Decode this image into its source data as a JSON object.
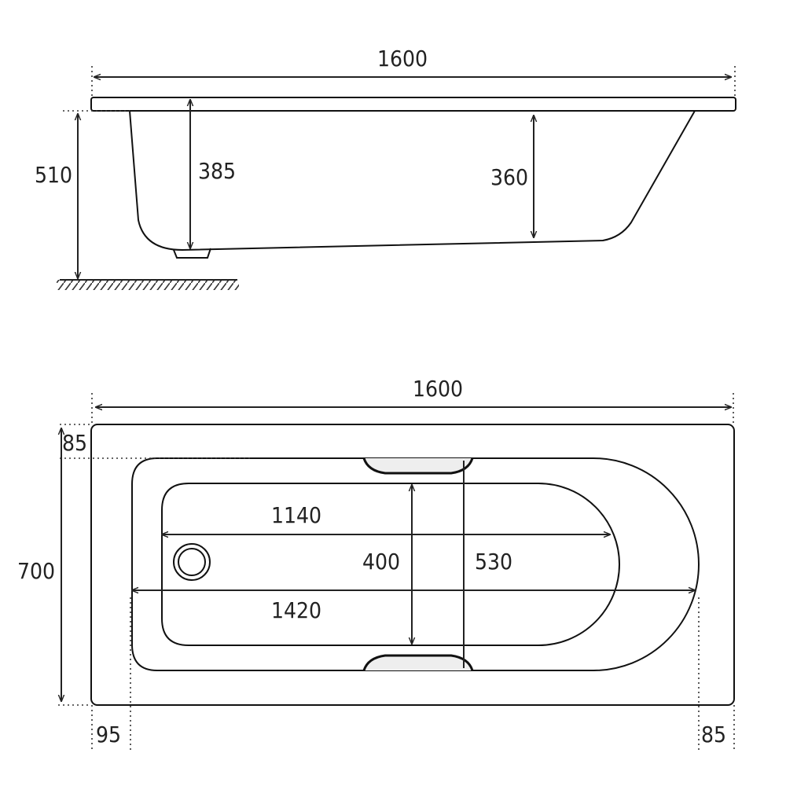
{
  "side_view": {
    "overall_length": "1600",
    "height_to_floor": "510",
    "depth_left": "385",
    "depth_right": "360"
  },
  "plan_view": {
    "overall_length": "1600",
    "overall_width": "700",
    "rim_top": "85",
    "inner_length": "1140",
    "inner_width": "400",
    "handle_span": "530",
    "basin_length": "1420",
    "rim_left": "95",
    "rim_right": "85"
  }
}
